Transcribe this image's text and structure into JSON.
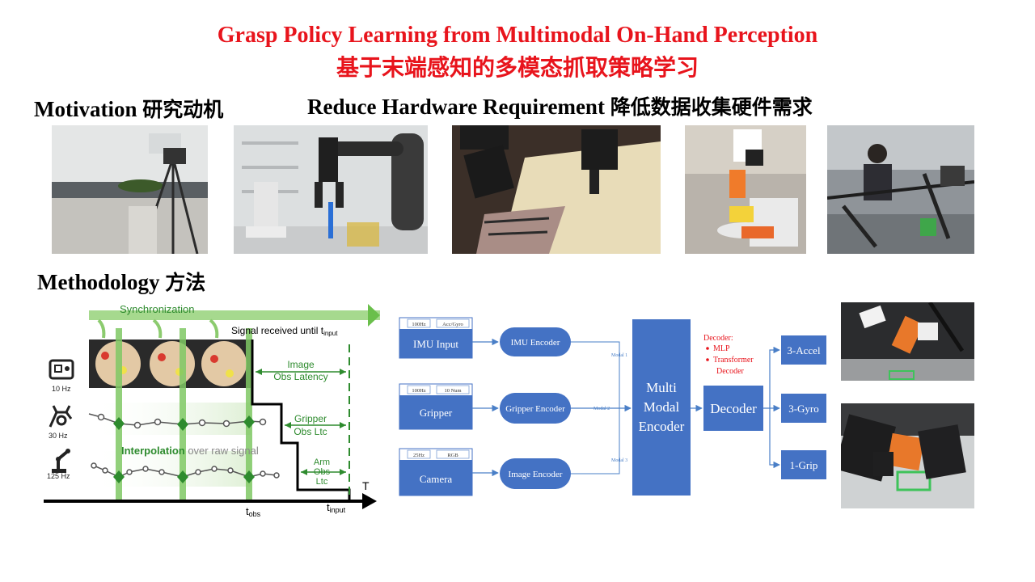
{
  "title": {
    "english": "Grasp Policy Learning from Multimodal On-Hand Perception",
    "chinese": "基于末端感知的多模态抓取策略学习"
  },
  "sections": {
    "motivation": {
      "en": "Motivation",
      "cn": "研究动机"
    },
    "reduce": {
      "en": "Reduce Hardware Requirement",
      "cn": "降低数据收集硬件需求"
    },
    "methodology": {
      "en": "Methodology",
      "cn": "方法"
    }
  },
  "colors": {
    "title_red": "#e8141c",
    "block_blue": "#4472c4",
    "sync_green": "#6abf4b",
    "label_green": "#2e8b2e"
  },
  "timing_diagram": {
    "sync_label": "Synchronization",
    "signal_label": "Signal received until t",
    "signal_sub": "input",
    "camera_rate": "10 Hz",
    "gripper_rate": "30 Hz",
    "arm_rate": "125 Hz",
    "image_latency_line1": "Image",
    "image_latency_line2": "Obs Latency",
    "gripper_latency_line1": "Gripper",
    "gripper_latency_line2": "Obs Ltc",
    "arm_latency_line1": "Arm",
    "arm_latency_line2": "Obs",
    "arm_latency_line3": "Ltc",
    "interpolation_bold": "Interpolation",
    "interpolation_rest": " over raw signal",
    "t_axis": "T",
    "t_obs": "t",
    "t_obs_sub": "obs",
    "t_input": "t",
    "t_input_sub": "input",
    "camera_icon": "camera-icon",
    "gripper_icon": "gripper-icon",
    "arm_icon": "robot-arm-icon"
  },
  "encoder_diagram": {
    "inputs": [
      {
        "tag1": "100Hz",
        "tag2": "Acc/Gyro",
        "label": "IMU Input",
        "encoder": "IMU Encoder",
        "modal": "Modal 1"
      },
      {
        "tag1": "100Hz",
        "tag2": "10 Num",
        "label": "Gripper",
        "encoder": "Gripper Encoder",
        "modal": "Modal 2"
      },
      {
        "tag1": "25Hz",
        "tag2": "RGB",
        "label": "Camera",
        "encoder": "Image Encoder",
        "modal": "Modal 3"
      }
    ],
    "multimodal_line1": "Multi",
    "multimodal_line2": "Modal",
    "multimodal_line3": "Encoder",
    "decoder_note_title": "Decoder:",
    "decoder_note_items": [
      "MLP",
      "Transformer",
      "Decoder"
    ],
    "decoder": "Decoder",
    "outputs": [
      "3-Accel",
      "3-Gyro",
      "1-Grip"
    ]
  }
}
